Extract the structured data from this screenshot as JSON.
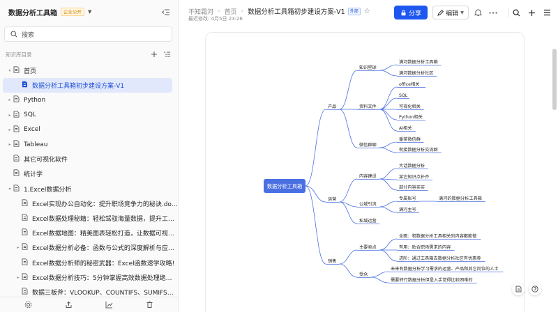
{
  "sidebar": {
    "title": "数据分析工具箱",
    "badge": "企业公开",
    "search_placeholder": "搜索",
    "toc_label": "知识库目录",
    "items": [
      {
        "label": "首页",
        "depth": 0,
        "arrow": "▾"
      },
      {
        "label": "数据分析工具箱初步建设方案-V1",
        "depth": 1,
        "arrow": "",
        "active": true
      },
      {
        "label": "Python",
        "depth": 0,
        "arrow": "▸"
      },
      {
        "label": "SQL",
        "depth": 0,
        "arrow": "▸"
      },
      {
        "label": "Excel",
        "depth": 0,
        "arrow": "▸"
      },
      {
        "label": "Tableau",
        "depth": 0,
        "arrow": "▸"
      },
      {
        "label": "其它可视化软件",
        "depth": 0,
        "arrow": ""
      },
      {
        "label": "统计学",
        "depth": 0,
        "arrow": ""
      },
      {
        "label": "1.Excel数据分析",
        "depth": 0,
        "arrow": "▾"
      },
      {
        "label": "Excel实现办公自动化：提升职场竞争力的秘诀.docx",
        "depth": 1,
        "arrow": ""
      },
      {
        "label": "Excel数据处理秘籍：轻松驾驭海量数据，提升工作…",
        "depth": 1,
        "arrow": ""
      },
      {
        "label": "Excel数据地图：精美图表轻松打造，让数据可视化…",
        "depth": 1,
        "arrow": ""
      },
      {
        "label": "Excel数据分析必备：函数与公式的深度解析与应用…",
        "depth": 1,
        "arrow": "▸"
      },
      {
        "label": "Excel数据分析师的秘密武器：Excel函数速学攻略!",
        "depth": 1,
        "arrow": ""
      },
      {
        "label": "Excel数据分析技巧：5分钟掌握高效数据处理绝招…",
        "depth": 1,
        "arrow": "▸"
      },
      {
        "label": "数据三板斧：VLOOKUP、COUNTIFS、SUMIFS应用…",
        "depth": 1,
        "arrow": ""
      }
    ]
  },
  "header": {
    "breadcrumbs": [
      "不知霜河",
      "首页"
    ],
    "doc_title": "数据分析工具箱初步建设方案-V1",
    "external_tag": "外部",
    "modified": "最近修改: 4月5日 23:26",
    "share_label": "分享",
    "edit_label": "编辑"
  },
  "mindmap": {
    "root": "数据分析工具箱",
    "nodes": {
      "product": "产品",
      "ops": "运营",
      "sales": "销售",
      "knowledge_planet": "知识星球",
      "materials": "资料文件",
      "wechat_group": "微信群聊",
      "content": "内容建设",
      "private_traffic": "公域引流",
      "private_ops": "私域运营",
      "selling_points": "主要卖点",
      "audience": "受众",
      "kp_1": "满河数据分析工具箱",
      "kp_2": "满河数据分析社区",
      "m_1": "office相关",
      "m_2": "SQL",
      "m_3": "可视化相关",
      "m_4": "Python相关",
      "m_5": "AI相关",
      "w_1": "番茶微信群",
      "w_2": "衔接数据分析交流群",
      "c_1": "大话数据分析",
      "c_2": "某它知识点补齐",
      "c_3": "部分内容买买",
      "p_1": "专属账号",
      "p_1_sub": "满河的数据分析工具箱",
      "p_2": "满河主号",
      "s_1": "全面：和数据分析工具相关的内容都能做",
      "s_2": "有用：贴合职场需求的内容",
      "s_3": "进阶：通过工具箱去数据分析社区有优惠券",
      "a_1": "未来有数据分析学习需求的运营、产品和其它岗位的人士",
      "a_2": "需要转行数据分析但是入手觉得比较困难的"
    }
  }
}
